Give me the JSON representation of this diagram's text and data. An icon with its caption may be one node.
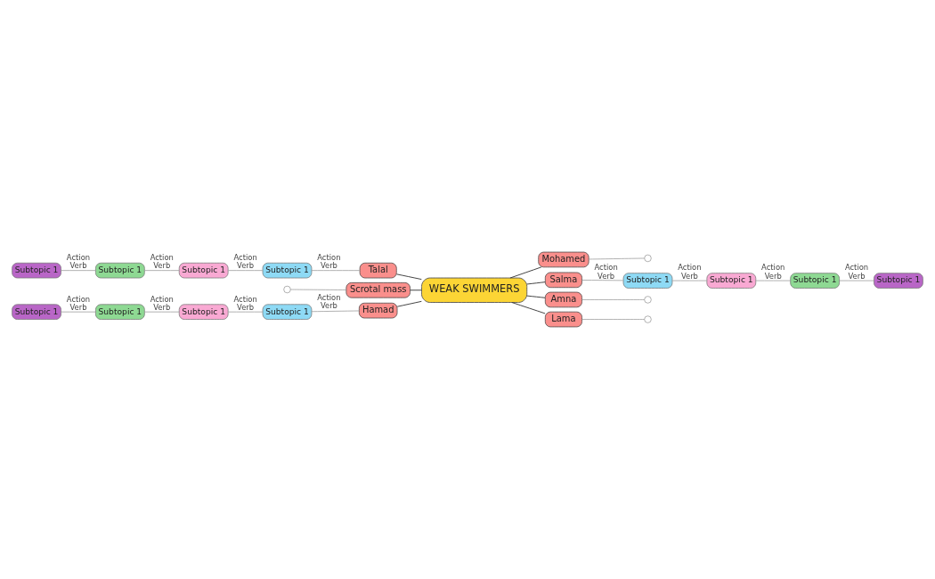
{
  "diagram": {
    "nodes": [
      {
        "text": [
          "WEAK SWIMMERS"
        ]
      },
      {
        "text": [
          "Talal"
        ]
      },
      {
        "text": [
          "Scrotal mass"
        ]
      },
      {
        "text": [
          "Hamad"
        ]
      },
      {
        "text": [
          "Mohamed"
        ]
      },
      {
        "text": [
          "Salma"
        ]
      },
      {
        "text": [
          "Amna"
        ]
      },
      {
        "text": [
          "Lama"
        ]
      },
      {
        "text": [
          "Subtopic 1"
        ]
      },
      {
        "text": [
          "Subtopic 1"
        ]
      },
      {
        "text": [
          "Subtopic 1"
        ]
      },
      {
        "text": [
          "Subtopic 1"
        ]
      },
      {
        "text": [
          "Subtopic 1"
        ]
      },
      {
        "text": [
          "Subtopic 1"
        ]
      },
      {
        "text": [
          "Subtopic 1"
        ]
      },
      {
        "text": [
          "Subtopic 1"
        ]
      },
      {
        "text": [
          "Subtopic 1"
        ]
      },
      {
        "text": [
          "Subtopic 1"
        ]
      },
      {
        "text": [
          "Subtopic 1"
        ]
      },
      {
        "text": [
          "Subtopic 1"
        ]
      },
      {
        "text": [],
        "shape": "circle"
      },
      {
        "text": [],
        "shape": "circle"
      },
      {
        "text": [],
        "shape": "circle"
      },
      {
        "text": [],
        "shape": "circle"
      }
    ],
    "edges": [
      {
        "from": 1,
        "to": 0,
        "arrow": "none",
        "color": "#333333"
      },
      {
        "from": 2,
        "to": 0,
        "arrow": "none",
        "color": "#333333"
      },
      {
        "from": 3,
        "to": 0,
        "arrow": "none",
        "color": "#333333"
      },
      {
        "from": 0,
        "to": 4,
        "arrow": "none",
        "color": "#333333"
      },
      {
        "from": 0,
        "to": 5,
        "arrow": "none",
        "color": "#333333"
      },
      {
        "from": 0,
        "to": 6,
        "arrow": "none",
        "color": "#333333"
      },
      {
        "from": 0,
        "to": 7,
        "arrow": "none",
        "color": "#333333"
      },
      {
        "from": 8,
        "to": 9,
        "arrow": "none",
        "label": "Action Verb"
      },
      {
        "from": 9,
        "to": 10,
        "arrow": "none",
        "label": "Action Verb"
      },
      {
        "from": 10,
        "to": 11,
        "arrow": "none",
        "label": "Action Verb"
      },
      {
        "from": 11,
        "to": 1,
        "arrow": "none",
        "label": "Action Verb"
      },
      {
        "from": 12,
        "to": 13,
        "arrow": "none",
        "label": "Action Verb"
      },
      {
        "from": 13,
        "to": 14,
        "arrow": "none",
        "label": "Action Verb"
      },
      {
        "from": 14,
        "to": 15,
        "arrow": "none",
        "label": "Action Verb"
      },
      {
        "from": 15,
        "to": 3,
        "arrow": "none",
        "label": "Action Verb"
      },
      {
        "from": 5,
        "to": 16,
        "arrow": "none",
        "label": "Action Verb"
      },
      {
        "from": 16,
        "to": 17,
        "arrow": "none",
        "label": "Action Verb"
      },
      {
        "from": 17,
        "to": 18,
        "arrow": "none",
        "label": "Action Verb"
      },
      {
        "from": 18,
        "to": 19,
        "arrow": "none",
        "label": "Action Verb"
      },
      {
        "from": 20,
        "to": 2,
        "arrow": "none"
      },
      {
        "from": 4,
        "to": 21,
        "arrow": "none"
      },
      {
        "from": 6,
        "to": 22,
        "arrow": "none"
      },
      {
        "from": 7,
        "to": 23,
        "arrow": "none"
      }
    ]
  }
}
